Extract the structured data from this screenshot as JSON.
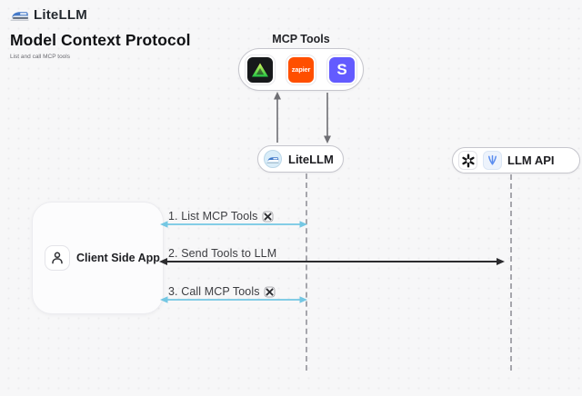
{
  "colors": {
    "background": "#f7f7f8",
    "blue_arrow": "#74c7e3",
    "dark_arrow": "#2b2b2e",
    "lifeline_gray": "#a6a6ac",
    "zapier_orange": "#ff4f00",
    "stripe_purple": "#635bff",
    "triangle_green": "#2fd050",
    "node_border": "#c6c6cd"
  },
  "header": {
    "brand": "LiteLLM",
    "title": "Model Context Protocol",
    "subtitle": "List and call MCP tools"
  },
  "mcp_tools": {
    "label": "MCP Tools",
    "icons": [
      {
        "name": "green-triangle-logo",
        "text": ""
      },
      {
        "name": "zapier-logo",
        "text": "zapier"
      },
      {
        "name": "stripe-logo",
        "text": "S"
      }
    ]
  },
  "nodes": {
    "litellm": {
      "label": "LiteLLM"
    },
    "llm_api": {
      "label": "LLM API"
    },
    "client": {
      "label": "Client Side App"
    }
  },
  "messages": [
    {
      "label": "1. List MCP Tools",
      "tools_icon": true,
      "arrow_color": "blue"
    },
    {
      "label": "2. Send Tools to LLM",
      "tools_icon": false,
      "arrow_color": "dark"
    },
    {
      "label": "3. Call MCP Tools",
      "tools_icon": true,
      "arrow_color": "blue"
    }
  ]
}
